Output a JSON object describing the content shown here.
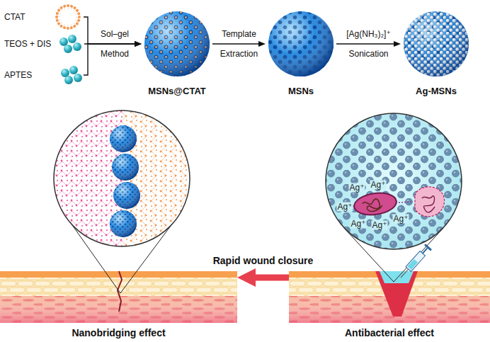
{
  "diagram": {
    "nodes": [
      {
        "text": [
          "CTAT"
        ]
      },
      {
        "text": [
          "TEOS + DIS"
        ]
      },
      {
        "text": [
          "APTES"
        ]
      },
      {
        "text": [
          "MSNs@CTAT"
        ]
      },
      {
        "text": [
          "MSNs"
        ]
      },
      {
        "text": [
          "Ag-MSNs"
        ]
      },
      {
        "text": [
          "Nanobridging effect"
        ]
      },
      {
        "text": [
          "Antibacterial effect"
        ]
      }
    ],
    "edges": [
      {
        "from": 0,
        "to": 3,
        "arrow": "to"
      },
      {
        "from": 1,
        "to": 3,
        "label": "Sol–gel Method",
        "arrow": "to"
      },
      {
        "from": 2,
        "to": 3,
        "arrow": "to"
      },
      {
        "from": 3,
        "to": 4,
        "label": "Template Extraction",
        "arrow": "to"
      },
      {
        "from": 4,
        "to": 5,
        "label": "[Ag(NH₃)₂]⁺ Sonication",
        "arrow": "to"
      },
      {
        "from": 7,
        "to": 6,
        "label": "Rapid wound closure",
        "arrow": "to"
      }
    ],
    "labels": [
      "Ag⁺",
      "Ag⁺",
      "Ag⁺",
      "Ag⁺",
      "Ag⁺",
      "Ag⁺"
    ]
  }
}
